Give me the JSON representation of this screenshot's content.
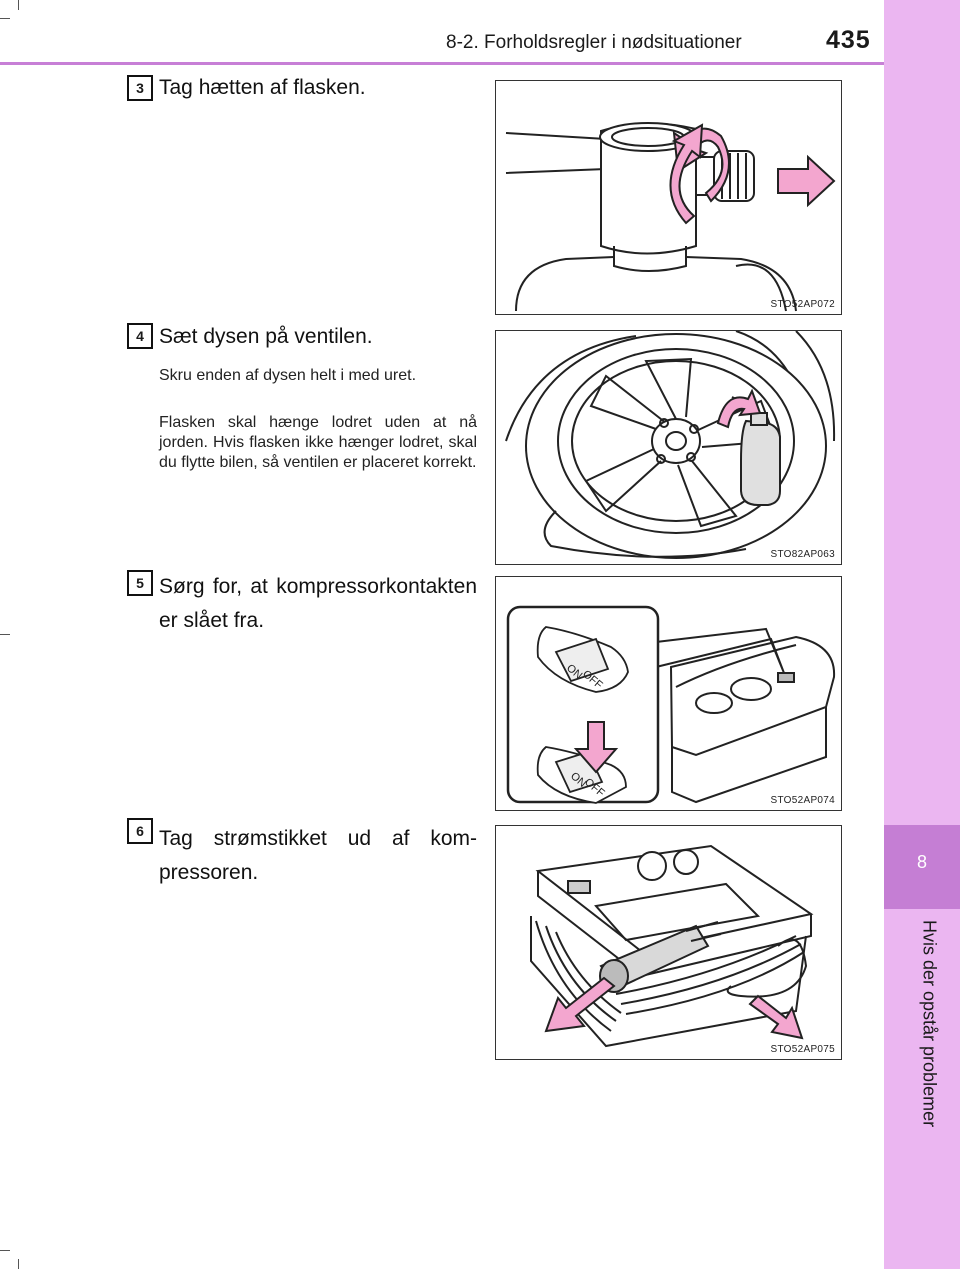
{
  "header": {
    "section": "8-2. Forholdsregler i nødsituationer",
    "page_number": "435"
  },
  "side_tab": {
    "chapter_number": "8",
    "chapter_title": "Hvis der opstår problemer"
  },
  "steps": [
    {
      "number": "3",
      "title": "Tag hætten af flasken.",
      "paragraphs": [],
      "figure_code": "STO52AP072"
    },
    {
      "number": "4",
      "title": "Sæt dysen på ventilen.",
      "paragraphs": [
        "Skru enden af dysen helt i med uret.",
        "Flasken skal hænge lodret uden at nå jorden. Hvis flasken ikke hænger lodret, skal du flytte bilen, så ventilen er placeret korrekt."
      ],
      "figure_code": "STO82AP063"
    },
    {
      "number": "5",
      "title": "Sørg for, at kompressorkontakten er slået fra.",
      "paragraphs": [],
      "figure_code": "STO52AP074",
      "switch_labels": {
        "on": "ON",
        "off": "OFF"
      }
    },
    {
      "number": "6",
      "title": "Tag strømstikket ud af kom-pressoren.",
      "paragraphs": [],
      "figure_code": "STO52AP075"
    }
  ],
  "colors": {
    "accent": "#c77fd6",
    "tab_light": "#ebb6f1",
    "tab_dark": "#c57ed4",
    "arrow_fill": "#f3a6cf"
  }
}
